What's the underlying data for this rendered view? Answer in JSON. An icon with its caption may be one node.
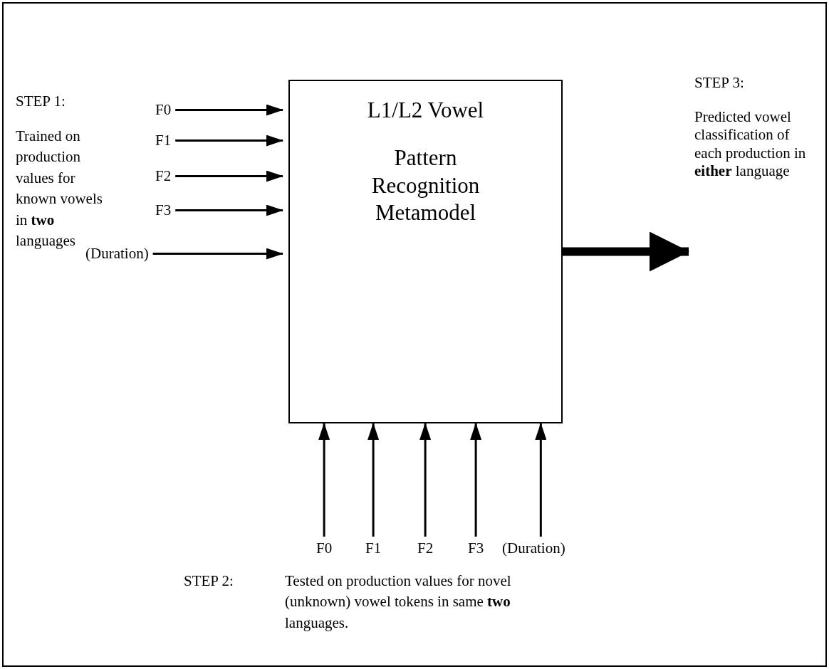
{
  "diagram": {
    "nodes": [
      {
        "text": [
          "L1/L2 Vowel",
          "Pattern Recognition Metamodel"
        ]
      },
      {
        "text": [
          "F0"
        ]
      },
      {
        "text": [
          "F1"
        ]
      },
      {
        "text": [
          "F2"
        ]
      },
      {
        "text": [
          "F3"
        ]
      },
      {
        "text": [
          "(Duration)"
        ]
      },
      {
        "text": [
          "F0"
        ]
      },
      {
        "text": [
          "F1"
        ]
      },
      {
        "text": [
          "F2"
        ]
      },
      {
        "text": [
          "F3"
        ]
      },
      {
        "text": [
          "(Duration)"
        ]
      },
      {
        "text": [
          "STEP 3:",
          "Predicted vowel classification of each production in **either** language"
        ]
      }
    ],
    "edges": [
      {
        "from": 1,
        "to": 0,
        "arrow": "to"
      },
      {
        "from": 2,
        "to": 0,
        "arrow": "to"
      },
      {
        "from": 3,
        "to": 0,
        "arrow": "to"
      },
      {
        "from": 4,
        "to": 0,
        "arrow": "to"
      },
      {
        "from": 5,
        "to": 0,
        "arrow": "to"
      },
      {
        "from": 6,
        "to": 0,
        "arrow": "to"
      },
      {
        "from": 7,
        "to": 0,
        "arrow": "to"
      },
      {
        "from": 8,
        "to": 0,
        "arrow": "to"
      },
      {
        "from": 9,
        "to": 0,
        "arrow": "to"
      },
      {
        "from": 10,
        "to": 0,
        "arrow": "to"
      },
      {
        "from": 0,
        "to": 11,
        "arrow": "to",
        "style": "thick"
      }
    ],
    "labels": [
      "STEP 1:",
      "Trained on production values for known vowels in **two** languages",
      "STEP 2:",
      "Tested on production values for novel (unknown) vowel tokens in same **two** languages."
    ]
  }
}
